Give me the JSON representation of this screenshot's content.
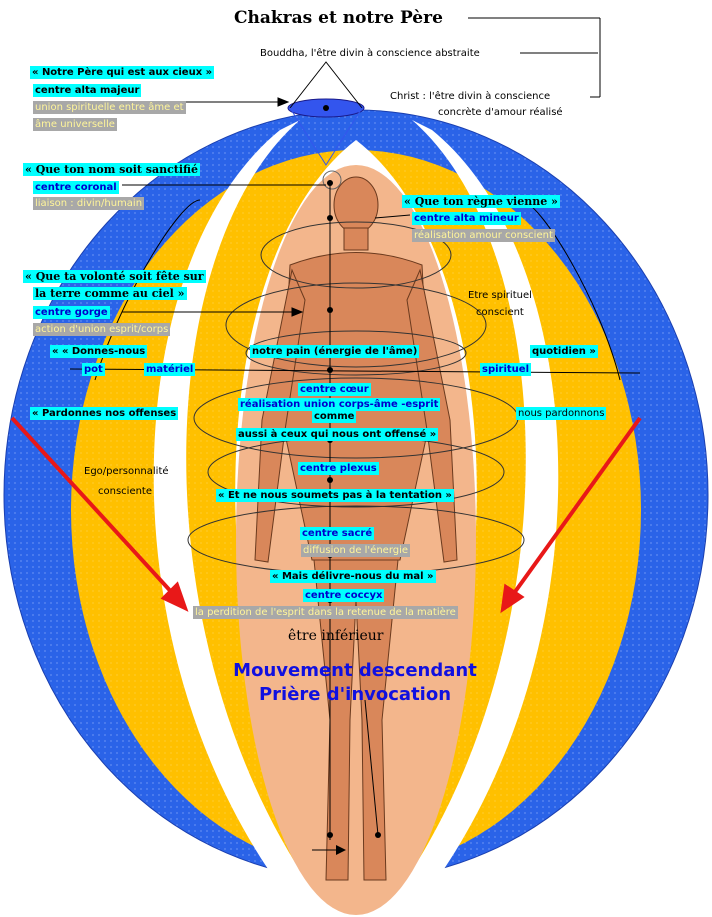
{
  "title": "Chakras et notre Père",
  "bouddha": "Bouddha, l'être divin  à conscience abstraite",
  "christ_1": "Christ :  l'être divin à conscience",
  "christ_2": "concrète d'amour réalisé",
  "pere": {
    "prayer": "« Notre Père qui est aux cieux »",
    "centre": "centre alta majeur",
    "desc_1": "union spirituelle entre âme et",
    "desc_2": "âme universelle"
  },
  "nom": {
    "prayer": "« Que ton nom soit sanctifié",
    "centre": "centre coronal",
    "desc": "liaison : divin/humain"
  },
  "regne": {
    "prayer": "« Que ton règne vienne »",
    "centre": "centre alta mineur",
    "desc": "réalisation amour conscient"
  },
  "volonte": {
    "prayer_1": "« Que ta volonté soit fête sur",
    "prayer_2": "la terre comme au ciel »",
    "centre": "centre gorge",
    "desc": "action d'union esprit/corps"
  },
  "etre_spirituel_1": "Etre spirituel",
  "etre_spirituel_2": "conscient",
  "pain": {
    "left": "« « Donnes-nous",
    "middle": "notre pain (énergie de l'âme)",
    "right": "quotidien »",
    "materiel": "matériel",
    "pot": "pot",
    "spirituel": "spirituel"
  },
  "coeur": {
    "centre": "centre cœur",
    "desc": "réalisation union corps-âme -esprit",
    "comme": "comme",
    "ceux": "aussi à ceux qui nous ont offensé »"
  },
  "offenses": "« Pardonnes nos offenses",
  "pardonnons": "nous pardonnons",
  "ego_1": "Ego/personnalité",
  "ego_2": "consciente",
  "plexus": {
    "centre": "centre plexus",
    "tentation": "« Et ne nous soumets pas à la tentation »"
  },
  "sacre": {
    "centre": "centre sacré",
    "desc": "diffusion de l'énergie"
  },
  "coccyx": {
    "prayer": "« Mais délivre-nous du mal »",
    "centre": "centre coccyx"
  },
  "perdition": "la perdition de l'esprit dans la retenue de la matière",
  "etre_inferieur": "être inférieur",
  "mouvement": "Mouvement descendant",
  "priere": "Prière d'invocation",
  "colors": {
    "blue": "#2a63e8",
    "yellow": "#ffc000",
    "cyan": "#00ffff",
    "skin": "#f3b68c",
    "red": "#e81818",
    "grey": "#a8a8a8"
  }
}
